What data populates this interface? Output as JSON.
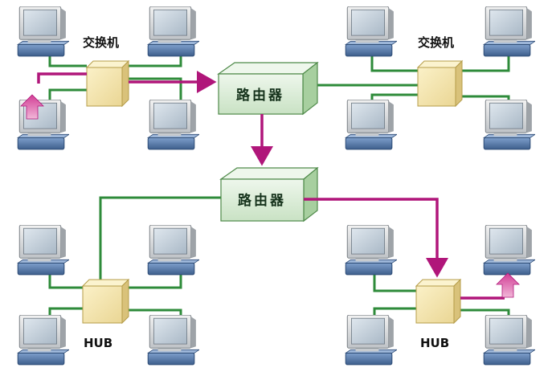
{
  "labels": {
    "switch_left": "交换机",
    "switch_right": "交换机",
    "router_top": "路由器",
    "router_bottom": "路由器",
    "hub_left": "HUB",
    "hub_right": "HUB"
  },
  "colors": {
    "link_green": "#2e8b3a",
    "packet_path": "#b0167a",
    "device_yellow": "#f4e5a6",
    "router_green": "#d6ecd2",
    "monitor_blue": "#5a7fb0"
  },
  "icons": [
    "computer-icon",
    "switch-icon",
    "router-icon",
    "hub-icon",
    "packet-arrow-icon"
  ]
}
